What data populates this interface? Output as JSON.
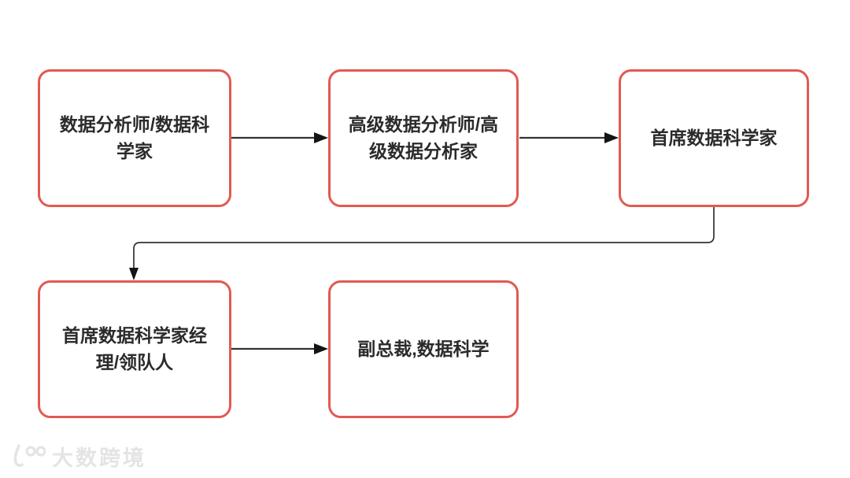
{
  "colors": {
    "node-border": "#e15a52",
    "node-bg": "#ffffff",
    "node-text": "#2b2b2b",
    "connector": "#333333",
    "watermark": "#e4e4e4",
    "canvas-bg": "#ffffff"
  },
  "diagram": {
    "type": "flowchart",
    "nodes": [
      {
        "id": "data-analyst",
        "label": "数据分析师/数据科学家"
      },
      {
        "id": "senior-data-analyst",
        "label": "高级数据分析师/高级数据分析家"
      },
      {
        "id": "chief-data-scientist",
        "label": "首席数据科学家"
      },
      {
        "id": "cds-manager-lead",
        "label": "首席数据科学家经理/领队人"
      },
      {
        "id": "vp-data-science",
        "label": "副总裁,数据科学"
      }
    ],
    "edges": [
      {
        "from": "data-analyst",
        "to": "senior-data-analyst"
      },
      {
        "from": "senior-data-analyst",
        "to": "chief-data-scientist"
      },
      {
        "from": "chief-data-scientist",
        "to": "cds-manager-lead"
      },
      {
        "from": "cds-manager-lead",
        "to": "vp-data-science"
      }
    ]
  },
  "watermark": {
    "text": "大数跨境"
  }
}
